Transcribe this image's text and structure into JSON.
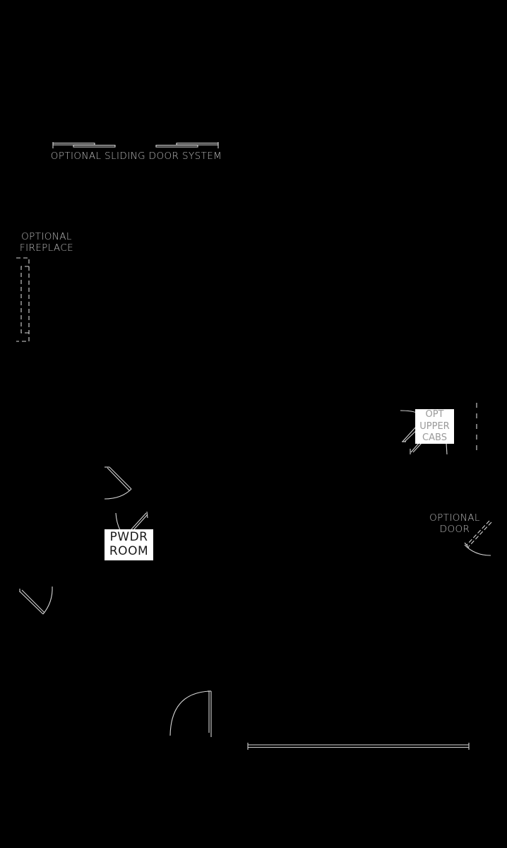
{
  "floor_plan": {
    "background": "#000000",
    "line_color": "#d9d9d9",
    "labels": {
      "sliding_door": "OPTIONAL SLIDING DOOR SYSTEM",
      "fireplace_line1": "OPTIONAL",
      "fireplace_line2": "FIREPLACE",
      "upper_cabs_line1": "OPT",
      "upper_cabs_line2": "UPPER",
      "upper_cabs_line3": "CABS",
      "optional_door_line1": "OPTIONAL",
      "optional_door_line2": "DOOR",
      "pwdr_line1": "PWDR",
      "pwdr_line2": "ROOM"
    },
    "elements": [
      {
        "type": "sliding-door",
        "label": "OPTIONAL SLIDING DOOR SYSTEM"
      },
      {
        "type": "fireplace",
        "label": "OPTIONAL FIREPLACE"
      },
      {
        "type": "upper-cabinets",
        "label": "OPT UPPER CABS"
      },
      {
        "type": "swing-door",
        "label": "OPTIONAL DOOR"
      },
      {
        "type": "room",
        "label": "PWDR ROOM"
      },
      {
        "type": "swing-door",
        "label": ""
      },
      {
        "type": "entry-door",
        "label": ""
      },
      {
        "type": "window",
        "label": ""
      }
    ]
  }
}
